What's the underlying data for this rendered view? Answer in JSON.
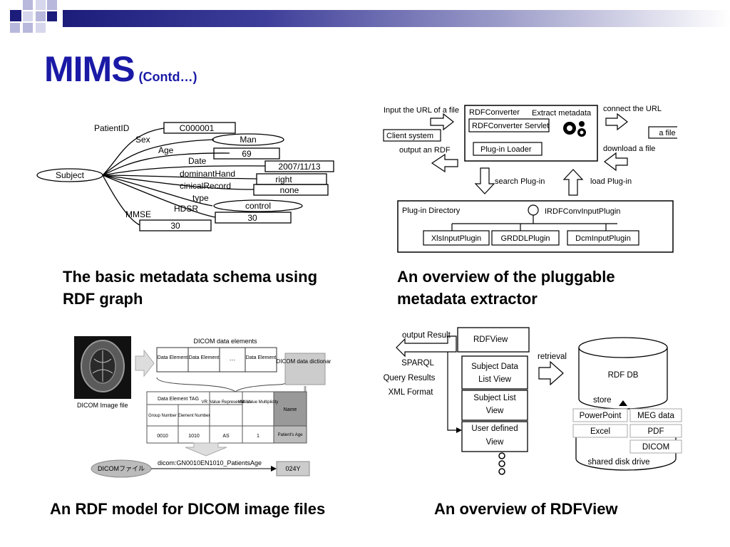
{
  "slide": {
    "title": "MIMS",
    "subtitle": "(Contd…)",
    "colors": {
      "title": "#1a1aa6",
      "bar_dark": "#1c1c7a",
      "square_dark": "#1c1c7a",
      "square_light": "#b8b8dc"
    }
  },
  "captions": {
    "rdf_schema": "The basic metadata schema using RDF graph",
    "extractor": "An overview of the pluggable metadata extractor",
    "dicom": "An RDF model for DICOM image files",
    "rdfview": "An overview of RDFView"
  },
  "rdf_graph": {
    "subject": "Subject",
    "properties": [
      "PatientID",
      "Sex",
      "Age",
      "Date",
      "dominantHand",
      "cinicalRecord",
      "type",
      "HDSR",
      "MMSE"
    ],
    "values": [
      "C000001",
      "Man",
      "69",
      "2007/11/13",
      "right",
      "none",
      "control",
      "30",
      "30"
    ]
  },
  "extractor": {
    "input_url": "Input the URL of a file",
    "client": "Client system",
    "output_rdf": "output an RDF",
    "converter": "RDFConverter",
    "extract": "Extract metadata",
    "servlet": "RDFConverter Servlet",
    "plugin_loader": "Plug-in Loader",
    "connect": "connect the URL",
    "a_file": "a file",
    "download": "download a file",
    "search": "search Plug-in",
    "load": "load Plug-in",
    "directory": "Plug-in Directory",
    "interface": "IRDFConvInputPlugin",
    "plugins": [
      "XlsInputPlugin",
      "GRDDLPlugin",
      "DcmInputPlugin"
    ]
  },
  "dicom": {
    "image_label": "DICOM  Image file",
    "elements_title": "DICOM data elements",
    "element": "Data Element",
    "ellipsis": "…",
    "dictionary": "DICOM data dictionary",
    "tag": "Data Element TAG",
    "vr": "VR: Value Representation",
    "vm": "VM: Value Multiplicity",
    "name": "Name",
    "group": "Group Number",
    "element_number": "Element Number",
    "row": [
      "0010",
      "1010",
      "AS",
      "1",
      "Patient's Age"
    ],
    "file_jp": "DICOMファイル",
    "predicate": "dicom:GN0010EN1010_PatientsAge",
    "result": "024Y"
  },
  "rdfview": {
    "output": "output Result",
    "rdfview": "RDFView",
    "sparql": "SPARQL",
    "query": "Query Results",
    "xml": "XML Format",
    "subject_data": [
      "Subject Data",
      "List View"
    ],
    "subject_list": [
      "Subject List",
      "View"
    ],
    "user_defined": [
      "User defined",
      "View"
    ],
    "retrieval": "retrieval",
    "db": "RDF DB",
    "store": "store",
    "formats": [
      "PowerPoint",
      "MEG data",
      "Excel",
      "PDF",
      "DICOM"
    ],
    "disk": "shared  disk drive"
  }
}
